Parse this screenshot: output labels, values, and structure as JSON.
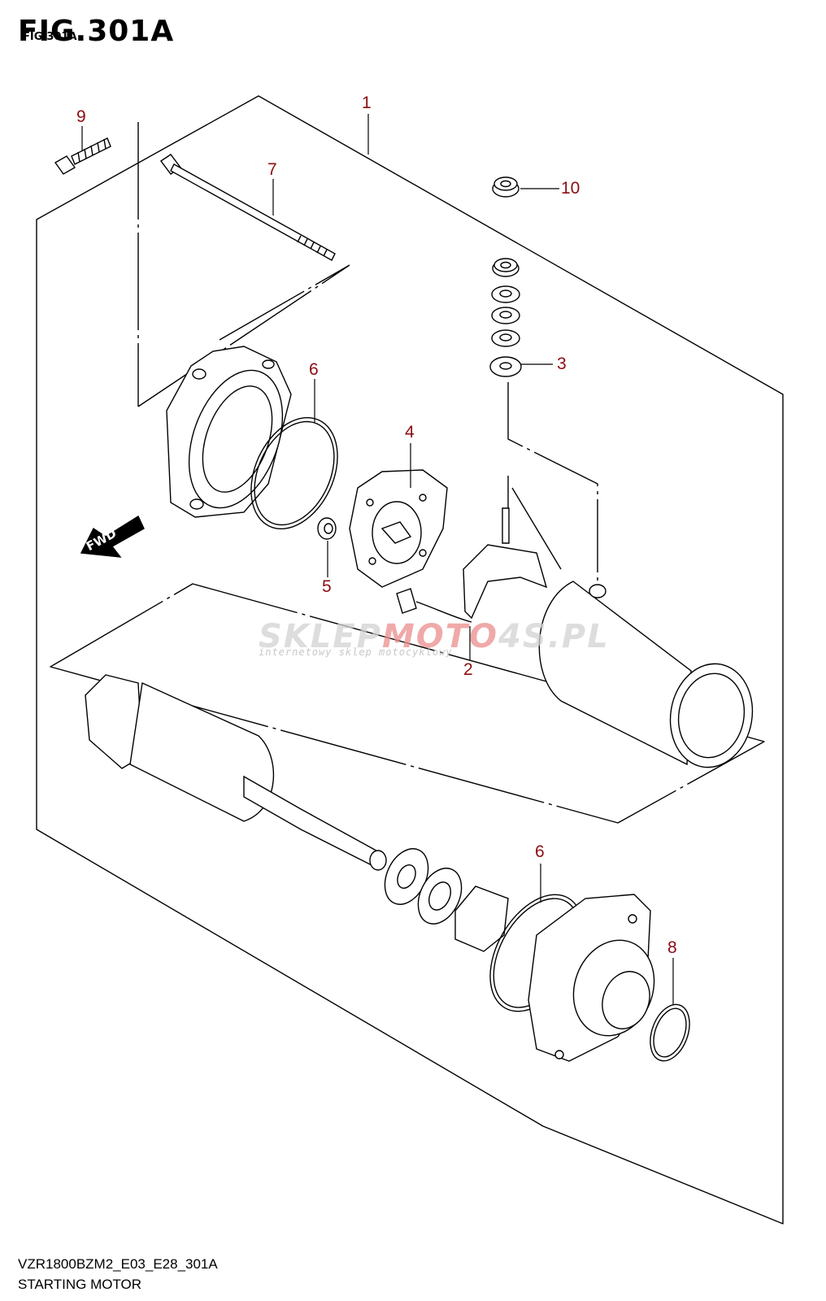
{
  "figure": {
    "title": "FIG.301A",
    "title_underlay": "FIG.301A",
    "model_code": "VZR1800BZM2_E03_E28_301A",
    "caption": "STARTING MOTOR"
  },
  "callouts": [
    {
      "id": "c1",
      "label": "1"
    },
    {
      "id": "c2",
      "label": "2"
    },
    {
      "id": "c3",
      "label": "3"
    },
    {
      "id": "c4",
      "label": "4"
    },
    {
      "id": "c5",
      "label": "5"
    },
    {
      "id": "c6a",
      "label": "6"
    },
    {
      "id": "c6b",
      "label": "6"
    },
    {
      "id": "c7",
      "label": "7"
    },
    {
      "id": "c8",
      "label": "8"
    },
    {
      "id": "c9",
      "label": "9"
    },
    {
      "id": "c10",
      "label": "10"
    }
  ],
  "watermark": {
    "main_prefix": "SKLEP",
    "main_accent": "MOTO",
    "main_suffix": "4S.PL",
    "sub": "internetowy sklep motocyklowy"
  },
  "fwd_label": "FWD",
  "colors": {
    "callout": "#8b0d12",
    "line": "#000000"
  }
}
